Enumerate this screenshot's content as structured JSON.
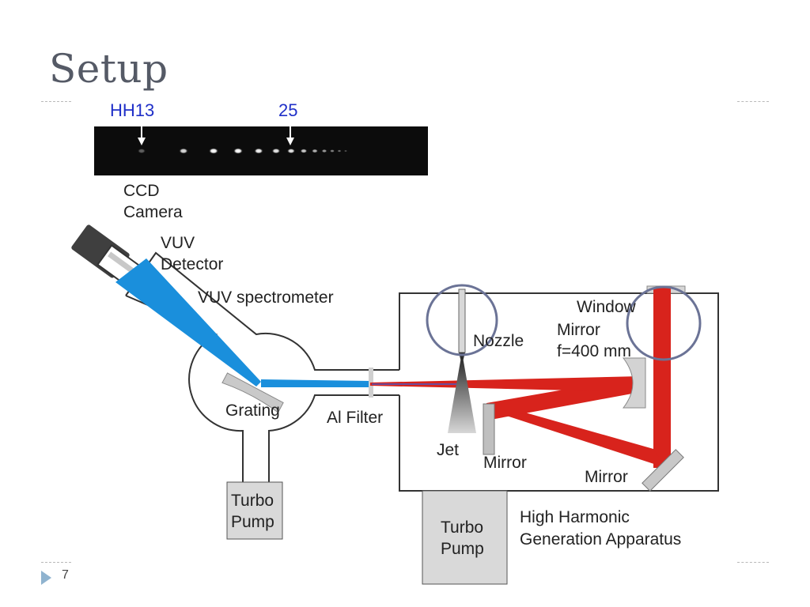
{
  "slide": {
    "title": "Setup",
    "page_number": "7"
  },
  "spectrum": {
    "label_left": "HH13",
    "label_right": "25"
  },
  "labels": {
    "ccd_line1": "CCD",
    "ccd_line2": "Camera",
    "vuv_line1": "VUV",
    "vuv_line2": "Detector",
    "spectrometer": "VUV spectrometer",
    "grating": "Grating",
    "al_filter": "Al Filter",
    "turbo_left_1": "Turbo",
    "turbo_left_2": "Pump",
    "turbo_right_1": "Turbo",
    "turbo_right_2": "Pump",
    "jet": "Jet",
    "nozzle": "Nozzle",
    "window": "Window",
    "mirror_focus_1": "Mirror",
    "mirror_focus_2": "f=400 mm",
    "mirror_small": "Mirror",
    "mirror_fold": "Mirror",
    "hhg_line1": "High Harmonic",
    "hhg_line2": "Generation Apparatus"
  },
  "colors": {
    "laser_beam": "#d8231c",
    "xuv_beam": "#1a8fdc",
    "highlight_circle": "#6b7396",
    "label_blue": "#1f2fc8"
  }
}
